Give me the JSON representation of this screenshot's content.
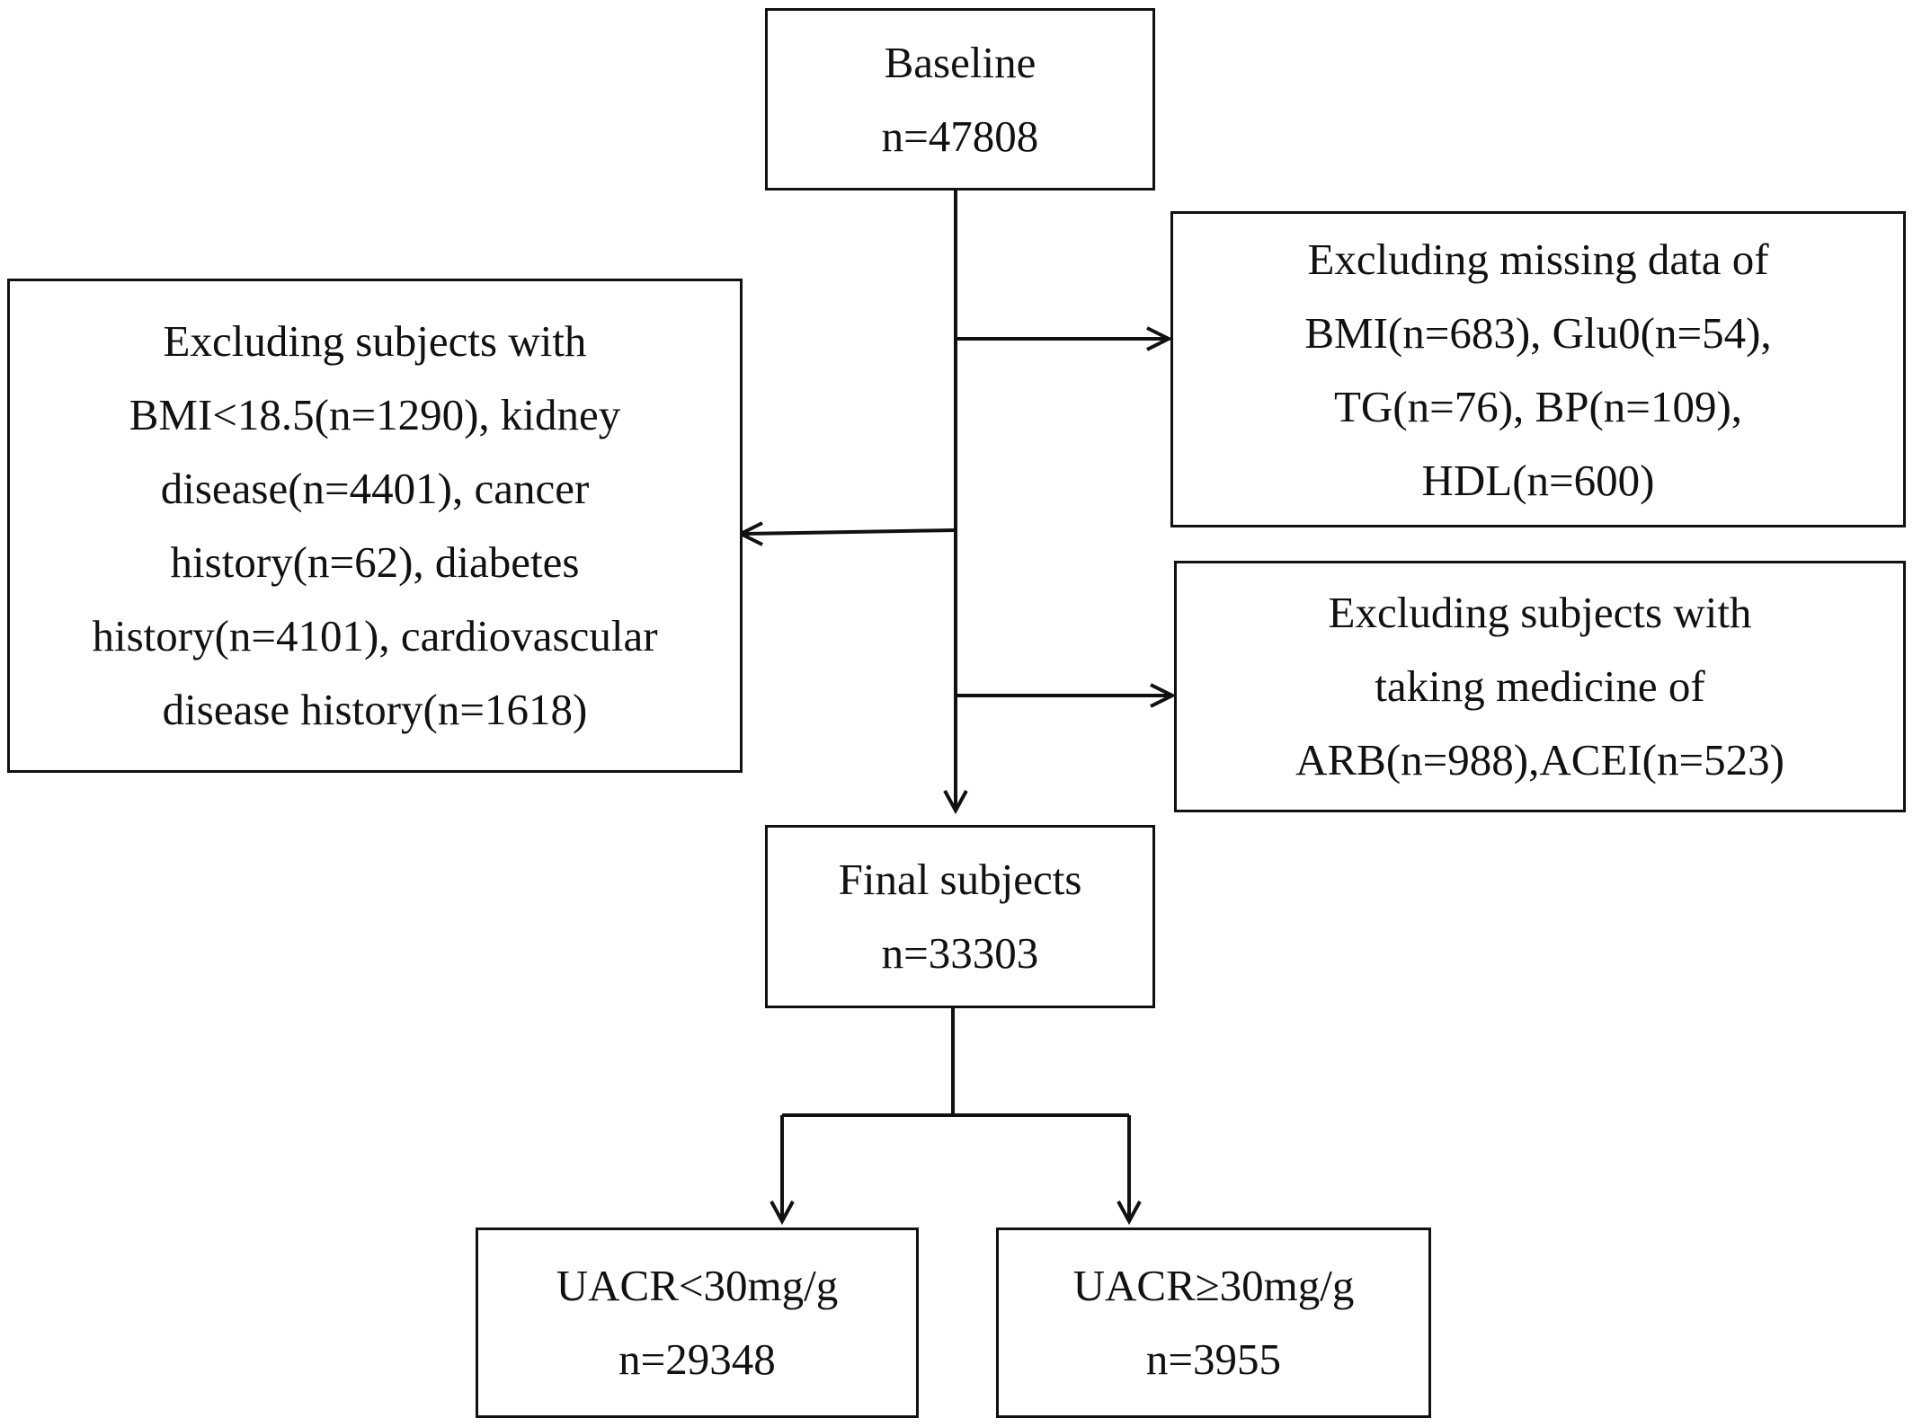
{
  "baseline": {
    "lines": [
      "Baseline",
      "n=47808"
    ]
  },
  "exclude_conditions": {
    "lines": [
      "Excluding subjects with",
      "BMI<18.5(n=1290), kidney",
      "disease(n=4401), cancer",
      "history(n=62), diabetes",
      "history(n=4101), cardiovascular",
      "disease history(n=1618)"
    ]
  },
  "exclude_missing": {
    "lines": [
      "Excluding missing data of",
      "BMI(n=683), Glu0(n=54),",
      "TG(n=76), BP(n=109),",
      "HDL(n=600)"
    ]
  },
  "exclude_medicine": {
    "lines": [
      "Excluding subjects with",
      "taking medicine of",
      "ARB(n=988),ACEI(n=523)"
    ]
  },
  "final": {
    "lines": [
      "Final subjects",
      "n=33303"
    ]
  },
  "uacr_low": {
    "lines": [
      "UACR<30mg/g",
      "n=29348"
    ]
  },
  "uacr_high": {
    "lines": [
      "UACR≥30mg/g",
      "n=3955"
    ]
  }
}
